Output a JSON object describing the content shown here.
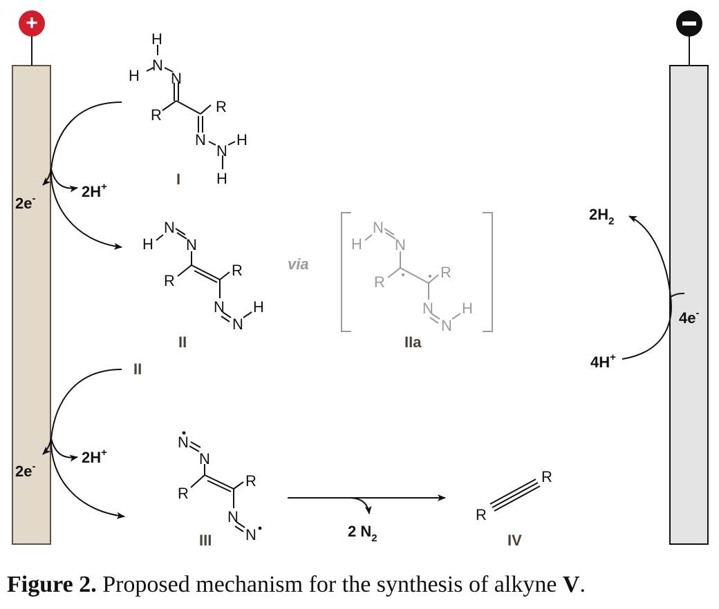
{
  "electrodes": {
    "anode_sign": "+",
    "cathode_sign": "−",
    "anode_color": "#d01f2a",
    "cathode_color": "#111111",
    "anode_fill": "#e2d9cb",
    "cathode_fill": "#e4e4e4"
  },
  "anode_steps": [
    {
      "electrons": "2e",
      "electrons_sup": "-",
      "protons": "2H",
      "protons_sup": "+"
    },
    {
      "electrons": "2e",
      "electrons_sup": "-",
      "protons": "2H",
      "protons_sup": "+"
    }
  ],
  "cathode": {
    "electrons": "4e",
    "electrons_sup": "-",
    "reactant": "4H",
    "reactant_sup": "+",
    "product": "2H",
    "product_sub": "2"
  },
  "compounds": {
    "I": "I",
    "II": "II",
    "IIa": "IIa",
    "II_ref": "II",
    "III": "III",
    "IV": "IV"
  },
  "via_text": "via",
  "elimination": {
    "coeff": "2 N",
    "sub": "2"
  },
  "atoms": {
    "N": "N",
    "H": "H",
    "R": "R"
  },
  "caption": {
    "label": "Figure 2.",
    "text": " Proposed mechanism for the synthesis of alkyne ",
    "compound": "V",
    "end": "."
  }
}
